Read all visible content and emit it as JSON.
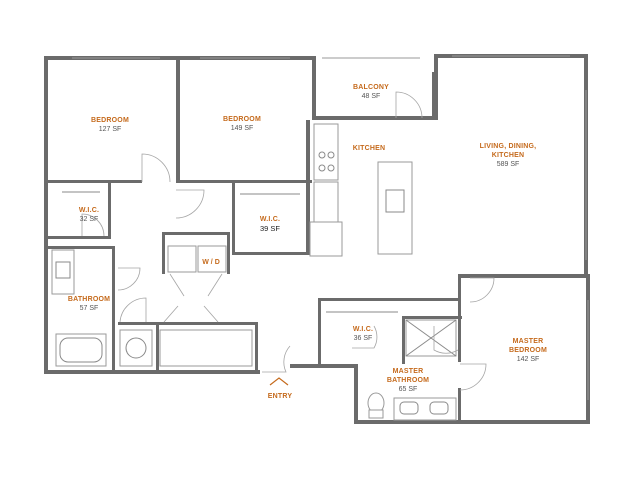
{
  "rooms": {
    "bedroom1": {
      "name": "BEDROOM",
      "area": "127 SF"
    },
    "bedroom2": {
      "name": "BEDROOM",
      "area": "149 SF"
    },
    "balcony": {
      "name": "BALCONY",
      "area": "48 SF"
    },
    "kitchen": {
      "name": "KITCHEN"
    },
    "living": {
      "name_line1": "LIVING, DINING,",
      "name_line2": "KITCHEN",
      "area": "589 SF"
    },
    "wic1": {
      "name": "W.I.C.",
      "area": "32 SF"
    },
    "wic2": {
      "name": "W.I.C.",
      "area": "39 SF"
    },
    "wd": {
      "name": "W / D"
    },
    "bathroom": {
      "name": "BATHROOM",
      "area": "57 SF"
    },
    "wic3": {
      "name": "W.I.C.",
      "area": "36 SF"
    },
    "master_bath": {
      "name_line1": "MASTER",
      "name_line2": "BATHROOM",
      "area": "65 SF"
    },
    "master_bed": {
      "name_line1": "MASTER",
      "name_line2": "BEDROOM",
      "area": "142 SF"
    }
  },
  "entry": {
    "label": "ENTRY"
  }
}
